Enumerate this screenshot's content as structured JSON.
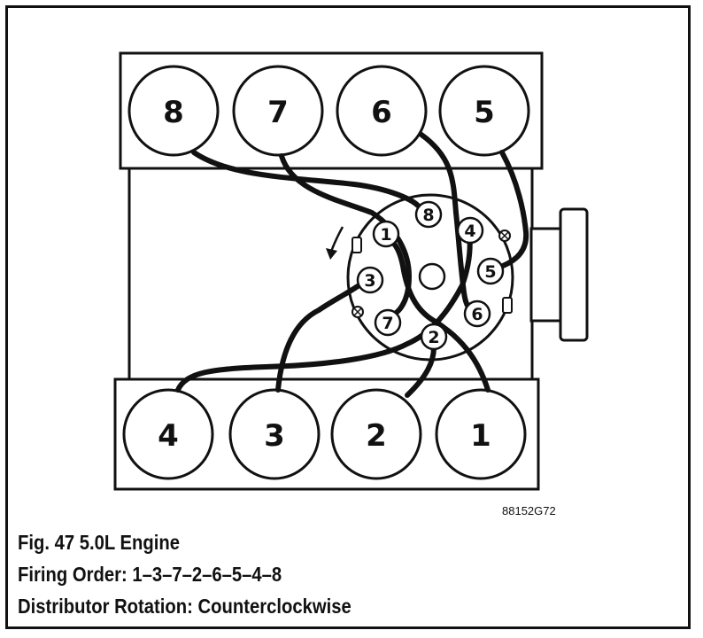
{
  "diagram": {
    "cylinders_top": [
      "8",
      "7",
      "6",
      "5"
    ],
    "cylinders_bottom": [
      "4",
      "3",
      "2",
      "1"
    ],
    "cap_terminals": [
      "8",
      "4",
      "5",
      "6",
      "2",
      "7",
      "3",
      "1"
    ],
    "figure_code": "88152G72"
  },
  "caption": {
    "line1": "Fig. 47 5.0L Engine",
    "line2": "Firing Order: 1–3–7–2–6–5–4–8",
    "line3": "Distributor Rotation: Counterclockwise"
  }
}
